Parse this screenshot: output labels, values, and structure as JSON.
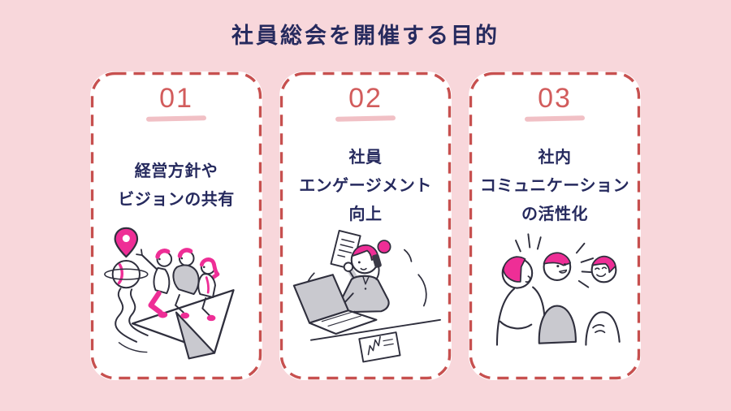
{
  "slide": {
    "title": "社員総会を開催する目的"
  },
  "colors": {
    "background": "#f8d7db",
    "card_background": "#ffffff",
    "card_dashed_border": "#c7504f",
    "number_text": "#d25c5c",
    "number_underline": "#eeb0b6",
    "heading_text": "#262a5e",
    "illustration_outline": "#2f2f3d",
    "illustration_accent_pink": "#ee2e96",
    "illustration_gray": "#c9c9cf"
  },
  "cards": [
    {
      "number": "01",
      "label_lines": [
        "経営方針や",
        "ビジョンの共有"
      ],
      "illustration": "team-riding-paper-plane-toward-goal-pin"
    },
    {
      "number": "02",
      "label_lines": [
        "社員",
        "エンゲージメント",
        "向上"
      ],
      "illustration": "busy-employee-multitasking-phone-laptop"
    },
    {
      "number": "03",
      "label_lines": [
        "社内",
        "コミュニケーション",
        "の活性化"
      ],
      "illustration": "three-coworkers-talking-lively"
    }
  ]
}
